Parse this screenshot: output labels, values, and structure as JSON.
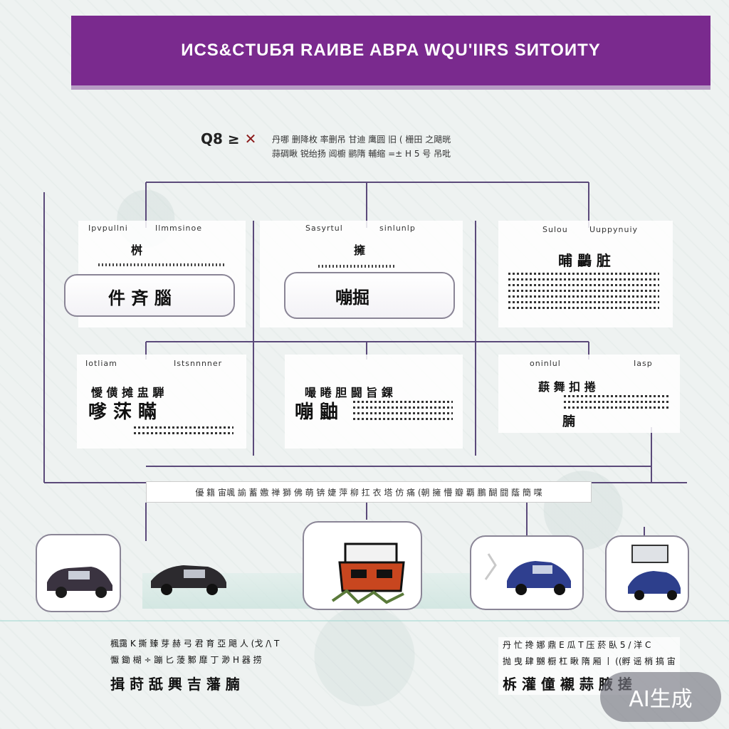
{
  "banner": {
    "title": "ИCS&CTUБЯ RAИBE ABPA WQU'IIRS SИTOИTY"
  },
  "subtitle": {
    "icon": "Q8 ≥",
    "cross": "✕",
    "line1": "丹哪 删降枚 率删吊 甘迪 鹰圆 旧 ( 栅田  之飓晄",
    "line2": "蒜碉瞅 锐绐扬 阊櫥 鹂隋 輔缩 =± H 5 号 吊吡"
  },
  "cards": [
    {
      "tag1": "Ipvpullni",
      "tag2": "Ilmmsinoe",
      "head": "桝",
      "big": "件 斉 腦"
    },
    {
      "tag1": "Sasyrtul",
      "tag2": "sinlunlp",
      "head": "擁",
      "big": "嘣掘"
    },
    {
      "tag1": "Sulou",
      "tag2": "Uuppynuiy",
      "head": "晡 鸓 脏"
    },
    {
      "tag1": "Iotliam",
      "tag2": "Istsnnnner",
      "head": "懓 僙 摊 盅 騨",
      "big": "嗲 莯 瞞"
    },
    {
      "tag1": "",
      "tag2": "",
      "head": "嘬 睠 胆  闘 旨 錁",
      "big": "嘣 鼬"
    },
    {
      "tag1": "oninlul",
      "tag2": "Iasp",
      "head": "蕻  舞 扣  捲",
      "big": "腩"
    }
  ],
  "strip": {
    "text": "優 籍 宙颯 諭 蓄  嫐 禅 獅 佛 萌 锛 婕 萍 柳  扛 衣 塔  仿 痛 (朝 擁 懵 瓣 覇 鵬 醐 闘 蔭 簡 喋"
  },
  "cars": [
    {
      "icon": "car-dark-sedan-icon",
      "color": "#3a3340"
    },
    {
      "icon": "car-dark-coupe-icon",
      "color": "#2c2a2e"
    },
    {
      "icon": "car-orange-boxy-icon",
      "color": "#c8461f"
    },
    {
      "icon": "car-blue-hatchback-icon",
      "color": "#2f3f8f"
    },
    {
      "icon": "car-blue-small-icon",
      "color": "#2d3f8c"
    }
  ],
  "footer_left": {
    "line1": "楓靄 K 撕 臻 芽 赫 弓 君 育 亞 飓  人 (戈 /\\ T",
    "line2": "懨 鋤 楜 ÷ 蹦 匕 蔆 鄹 靡 丁 渺 H 器 捞",
    "line3": "揖  莳 舐 興 吉 藩 腩"
  },
  "footer_right": {
    "line1": "丹 忙 搀 娜 鼎 E  瓜 T  压 菸  臥  5 / 洋 C",
    "line2": "抛 曳 肆 嬲 橱 杠 瞅 隋 厢 丨 ((孵 谣 梢 搞 宙",
    "line3": "柝 灌 僮 襯 蒜 腋 搓"
  },
  "badge": {
    "text": "AI生成"
  }
}
